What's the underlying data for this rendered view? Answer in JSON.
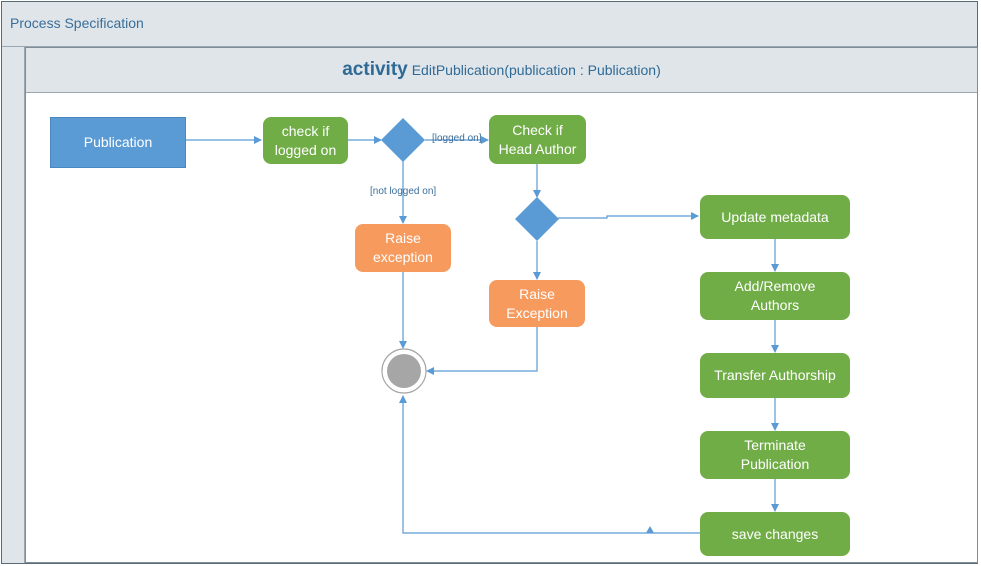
{
  "title": "Process Specification",
  "activity": {
    "keyword": "activity",
    "signature": "EditPublication(publication : Publication)"
  },
  "nodes": {
    "publication": "Publication",
    "check_logged_on": "check if logged on",
    "check_head_author": "Check if Head Author",
    "raise_exception_1": "Raise exception",
    "raise_exception_2": "Raise Exception",
    "update_metadata": "Update metadata",
    "add_remove_authors": "Add/Remove Authors",
    "transfer_authorship": "Transfer Authorship",
    "terminate_publication": "Terminate Publication",
    "save_changes": "save changes"
  },
  "guards": {
    "logged_on": "[logged on]",
    "not_logged_on": "[not logged on]"
  },
  "colors": {
    "object_node": "#5b9bd5",
    "action": "#70ad47",
    "exception": "#f79a5e",
    "decision": "#5b9bd5",
    "final_node": "#a6a6a6",
    "flow": "#5b9bd5"
  }
}
